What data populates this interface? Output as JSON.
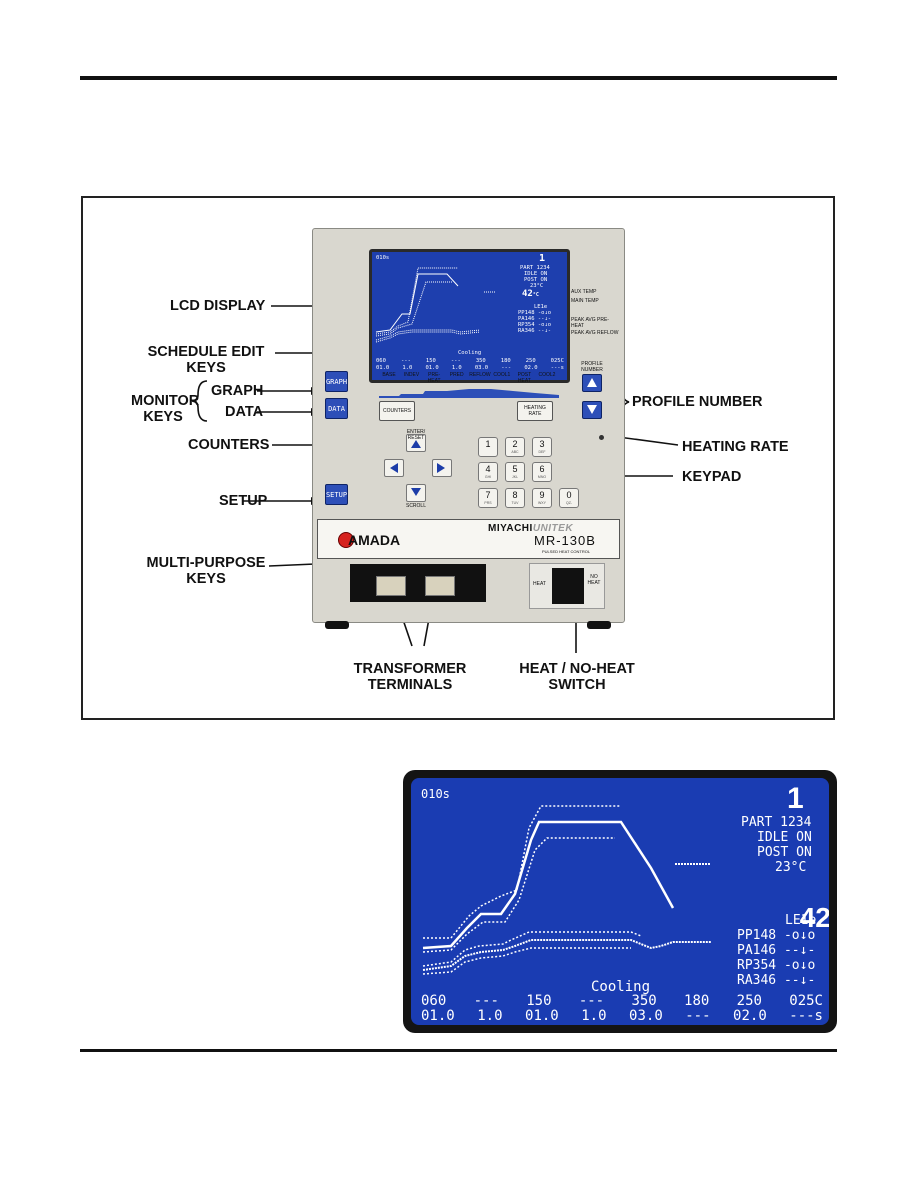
{
  "figure": {
    "callouts": {
      "lcd_display": "LCD DISPLAY",
      "schedule_edit_1": "SCHEDULE EDIT",
      "schedule_edit_2": "KEYS",
      "monitor_1": "MONITOR",
      "monitor_2": "KEYS",
      "graph": "GRAPH",
      "data": "DATA",
      "counters": "COUNTERS",
      "setup": "SETUP",
      "multi_1": "MULTI-PURPOSE",
      "multi_2": "KEYS",
      "profile_number": "PROFILE NUMBER",
      "heating_rate": "HEATING RATE",
      "keypad": "KEYPAD",
      "transformer_1": "TRANSFORMER",
      "transformer_2": "TERMINALS",
      "heat_1": "HEAT / NO-HEAT",
      "heat_2": "SWITCH"
    },
    "device": {
      "key_graph": "GRAPH",
      "key_data": "DATA",
      "key_setup": "SETUP",
      "btn_counters": "COUNTERS",
      "btn_heating_rate": "HEATING RATE",
      "profile_number_label": "PROFILE NUMBER",
      "schedule_labels": [
        "BASE",
        "INDEV",
        "PRE-HEAT",
        "PRED",
        "REFLOW",
        "COOL1",
        "POST HEAT",
        "COOL2"
      ],
      "right_labels": [
        "AUX TEMP",
        "MAIN TEMP",
        "PEAK AVG PRE-HEAT",
        "PEAK AVG REFLOW"
      ],
      "enter_reset": "ENTER/ RESET",
      "scroll": "SCROLL",
      "numkeys": [
        {
          "n": "1",
          "s": ""
        },
        {
          "n": "2",
          "s": "ABC"
        },
        {
          "n": "3",
          "s": "DEF"
        },
        {
          "n": "4",
          "s": "GHI"
        },
        {
          "n": "5",
          "s": "JKL"
        },
        {
          "n": "6",
          "s": "MNO"
        },
        {
          "n": "7",
          "s": "PRS"
        },
        {
          "n": "8",
          "s": "TUV"
        },
        {
          "n": "9",
          "s": "WXY"
        },
        {
          "n": "0",
          "s": "QZ-"
        }
      ],
      "logo_amada": "AMADA",
      "logo_miyachi": "MIYACHI",
      "logo_unitek": "UNITEK",
      "model": "MR-130B",
      "model_sub": "PULSED HEAT CONTROL",
      "heat_left": "HEAT",
      "heat_right": "NO HEAT"
    }
  },
  "lcd": {
    "time": "010s",
    "profile": "1",
    "part": "PART 1234",
    "idle": "IDLE ON",
    "post": "POST ON",
    "aux_temp": "23°C",
    "main_temp": "42",
    "main_temp_unit": "°C",
    "lele": "LE1e",
    "readings": [
      "PP148 -o↓o",
      "PA146 --↓-",
      "RP354 -o↓o",
      "RA346 --↓-"
    ],
    "status": "Cooling",
    "row1": [
      "060",
      "---",
      "150",
      "---",
      "350",
      "180",
      "250",
      "025C"
    ],
    "row2": [
      "01.0",
      "1.0",
      "01.0",
      "1.0",
      "03.0",
      "---",
      "02.0",
      "---s"
    ]
  }
}
